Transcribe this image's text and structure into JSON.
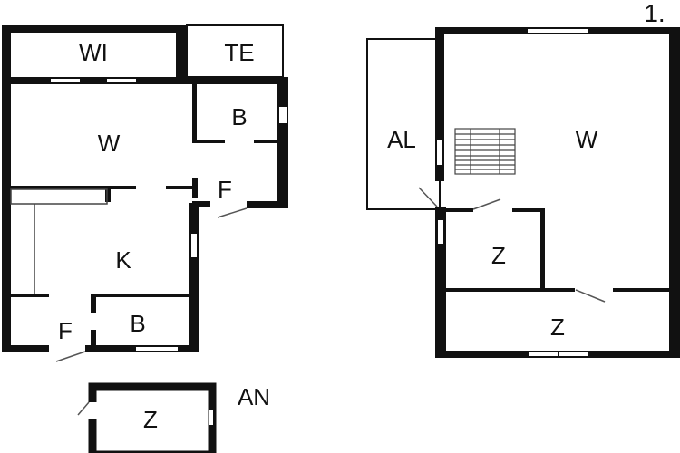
{
  "floor_label": "1.",
  "ground_floor": {
    "rooms": [
      {
        "id": "wi",
        "label": "WI"
      },
      {
        "id": "te",
        "label": "TE"
      },
      {
        "id": "w",
        "label": "W"
      },
      {
        "id": "b1",
        "label": "B"
      },
      {
        "id": "f1",
        "label": "F"
      },
      {
        "id": "k",
        "label": "K"
      },
      {
        "id": "f2",
        "label": "F"
      },
      {
        "id": "b2",
        "label": "B"
      }
    ]
  },
  "annex": {
    "label": "AN",
    "rooms": [
      {
        "id": "z",
        "label": "Z"
      }
    ]
  },
  "upper_floor": {
    "rooms": [
      {
        "id": "al",
        "label": "AL"
      },
      {
        "id": "w",
        "label": "W"
      },
      {
        "id": "z1",
        "label": "Z"
      },
      {
        "id": "z2",
        "label": "Z"
      }
    ]
  },
  "colors": {
    "wall": "#111111",
    "background": "#ffffff",
    "window": "#ffffff"
  }
}
